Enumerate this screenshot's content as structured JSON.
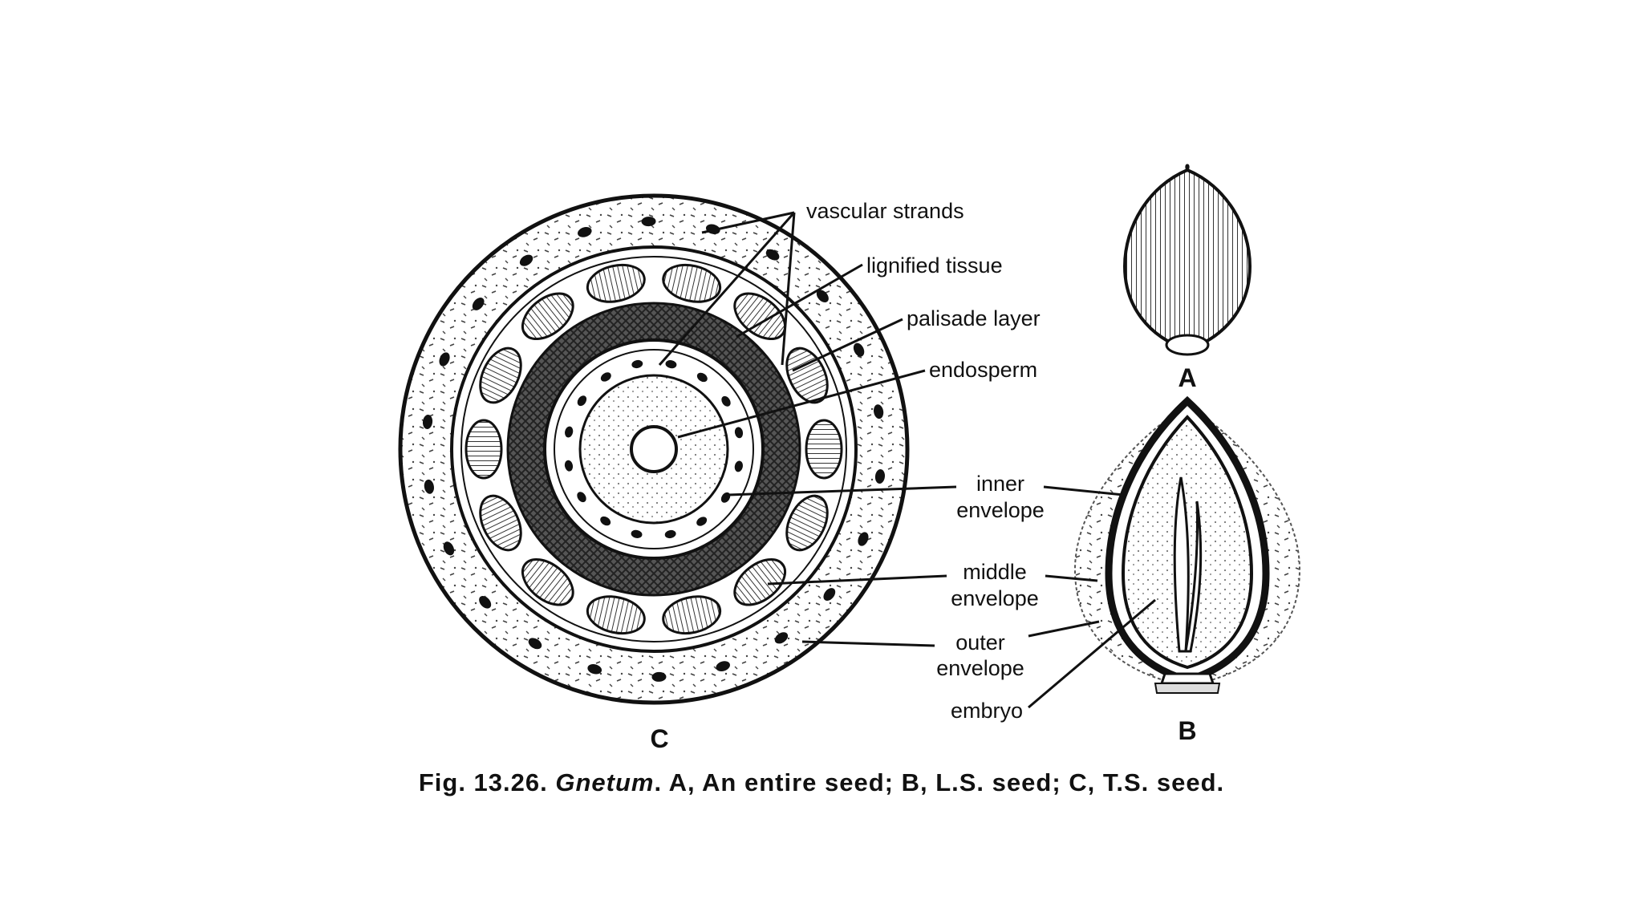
{
  "labels": {
    "vascular_strands": "vascular strands",
    "lignified_tissue": "lignified tissue",
    "palisade_layer": "palisade layer",
    "endosperm": "endosperm",
    "inner_envelope_1": "inner",
    "inner_envelope_2": "envelope",
    "middle_envelope_1": "middle",
    "middle_envelope_2": "envelope",
    "outer_envelope_1": "outer",
    "outer_envelope_2": "envelope",
    "embryo": "embryo"
  },
  "panels": {
    "a": "A",
    "b": "B",
    "c": "C"
  },
  "caption": {
    "prefix": "Fig. 13.26.",
    "genus": "Gnetum",
    "rest": ". A, An entire seed; B, L.S. seed; C, T.S. seed."
  },
  "colors": {
    "ink": "#111111",
    "paper": "#ffffff"
  }
}
